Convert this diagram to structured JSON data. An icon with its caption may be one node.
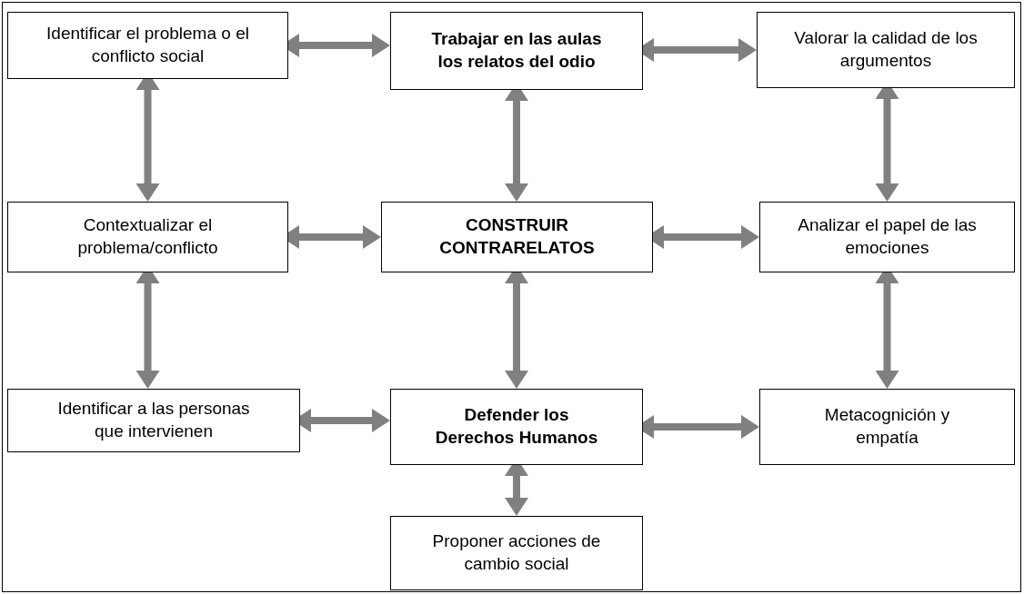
{
  "diagram": {
    "nodes": [
      {
        "text": [
          "Identificar el problema o el conflicto social"
        ]
      },
      {
        "text": [
          "Trabajar en las aulas los relatos del odio"
        ]
      },
      {
        "text": [
          "Valorar la calidad de los argumentos"
        ]
      },
      {
        "text": [
          "Contextualizar el problema/conflicto"
        ]
      },
      {
        "text": [
          "CONSTRUIR CONTRARELATOS"
        ]
      },
      {
        "text": [
          "Analizar el papel de las emociones"
        ]
      },
      {
        "text": [
          "Identificar a las personas que intervienen"
        ]
      },
      {
        "text": [
          "Defender los Derechos Humanos"
        ]
      },
      {
        "text": [
          "Metacognición y empatía"
        ]
      },
      {
        "text": [
          "Proponer acciones de cambio social"
        ]
      }
    ],
    "edges": [
      {
        "from": 0,
        "to": 1,
        "arrow": "both"
      },
      {
        "from": 1,
        "to": 2,
        "arrow": "both"
      },
      {
        "from": 0,
        "to": 3,
        "arrow": "both"
      },
      {
        "from": 1,
        "to": 4,
        "arrow": "both"
      },
      {
        "from": 2,
        "to": 5,
        "arrow": "both"
      },
      {
        "from": 3,
        "to": 4,
        "arrow": "both"
      },
      {
        "from": 4,
        "to": 5,
        "arrow": "both"
      },
      {
        "from": 3,
        "to": 6,
        "arrow": "both"
      },
      {
        "from": 4,
        "to": 7,
        "arrow": "both"
      },
      {
        "from": 5,
        "to": 8,
        "arrow": "both"
      },
      {
        "from": 6,
        "to": 7,
        "arrow": "both"
      },
      {
        "from": 7,
        "to": 8,
        "arrow": "both"
      },
      {
        "from": 7,
        "to": 9,
        "arrow": "both"
      }
    ]
  }
}
